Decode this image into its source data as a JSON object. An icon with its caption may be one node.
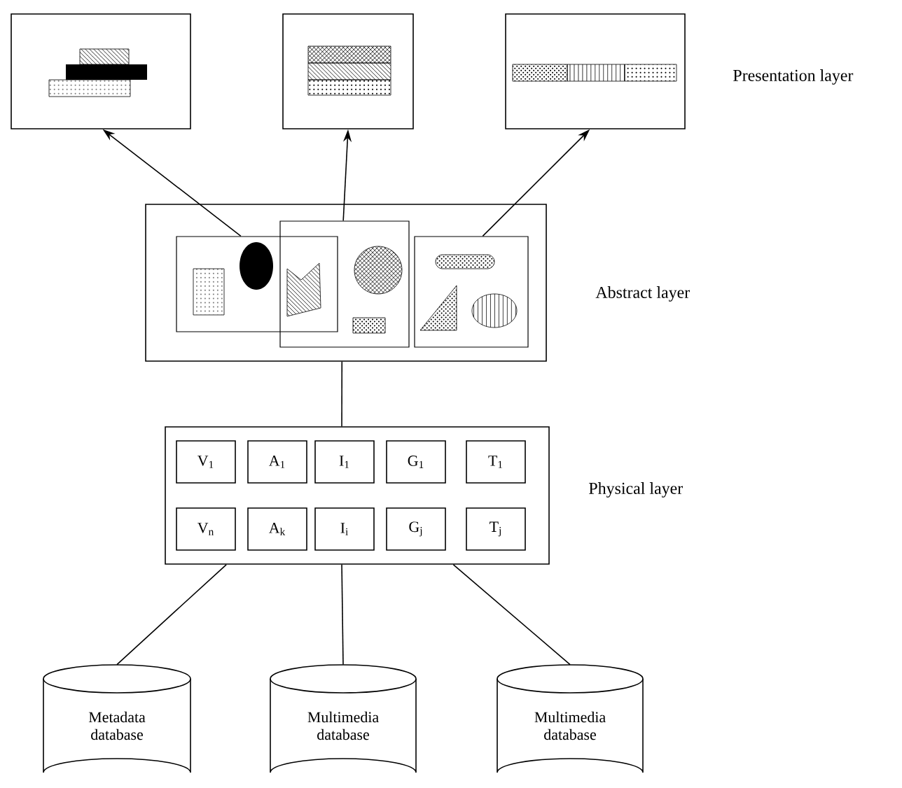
{
  "diagram": {
    "nodes": [
      {
        "text": [],
        "shape": "box"
      },
      {
        "text": [],
        "shape": "box"
      },
      {
        "text": [],
        "shape": "box"
      },
      {
        "text": [],
        "shape": "box"
      },
      {
        "text": [],
        "shape": "box",
        "in": 3
      },
      {
        "text": [],
        "shape": "box",
        "in": 3
      },
      {
        "text": [],
        "shape": "box",
        "in": 3
      },
      {
        "text": [],
        "shape": "box"
      },
      {
        "text": [
          "V$_{1}$"
        ],
        "in": 7
      },
      {
        "text": [
          "A$_{1}$"
        ],
        "in": 7
      },
      {
        "text": [
          "I$_{1}$"
        ],
        "in": 7
      },
      {
        "text": [
          "G$_{1}$"
        ],
        "in": 7
      },
      {
        "text": [
          "T$_{1}$"
        ],
        "in": 7
      },
      {
        "text": [
          "V$_{n}$"
        ],
        "in": 7
      },
      {
        "text": [
          "A$_{k}$"
        ],
        "in": 7
      },
      {
        "text": [
          "I$_{i}$"
        ],
        "in": 7
      },
      {
        "text": [
          "G$_{j}$"
        ],
        "in": 7
      },
      {
        "text": [
          "T$_{j}$"
        ],
        "in": 7
      },
      {
        "text": [
          "Metadata database"
        ]
      },
      {
        "text": [
          "Multimedia database"
        ]
      },
      {
        "text": [
          "Multimedia database"
        ]
      }
    ],
    "edges": [
      {
        "from": 4,
        "to": 0,
        "arrow": "to"
      },
      {
        "from": 5,
        "to": 1,
        "arrow": "to"
      },
      {
        "from": 6,
        "to": 2,
        "arrow": "to"
      },
      {
        "from": 7,
        "to": 3,
        "arrow": "none"
      },
      {
        "from": 18,
        "to": 7,
        "arrow": "none"
      },
      {
        "from": 19,
        "to": 7,
        "arrow": "none"
      },
      {
        "from": 20,
        "to": 7,
        "arrow": "none"
      }
    ],
    "labels": [
      "Presentation layer",
      "Abstract layer",
      "Physical layer"
    ]
  }
}
